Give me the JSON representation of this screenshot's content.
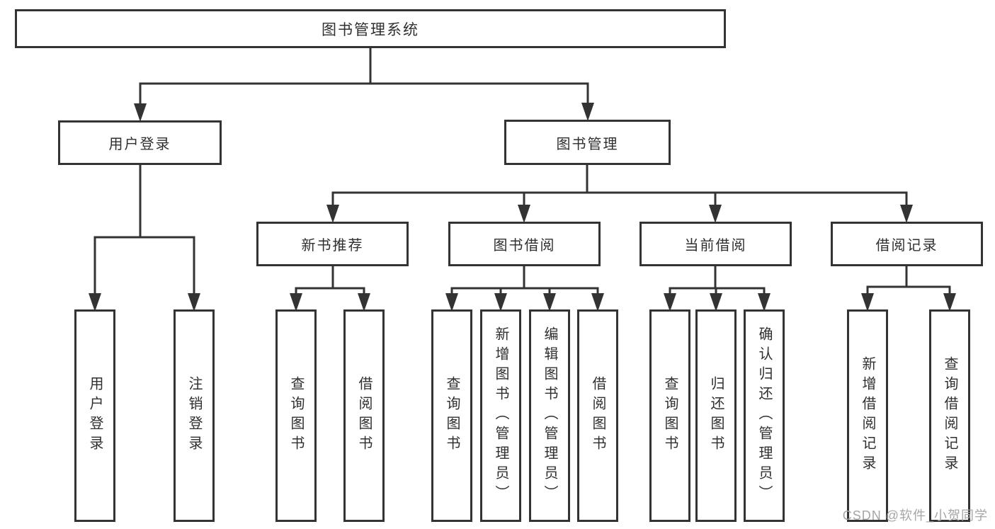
{
  "diagram": {
    "root": {
      "label": "图书管理系统"
    },
    "branches": [
      {
        "label": "用户登录",
        "children": [
          {
            "label": "用户登录"
          },
          {
            "label": "注销登录"
          }
        ]
      },
      {
        "label": "图书管理",
        "children": [
          {
            "label": "新书推荐",
            "children": [
              {
                "label": "查询图书"
              },
              {
                "label": "借阅图书"
              }
            ]
          },
          {
            "label": "图书借阅",
            "children": [
              {
                "label": "查询图书"
              },
              {
                "label": "新增图书（管理员）"
              },
              {
                "label": "编辑图书（管理员）"
              },
              {
                "label": "借阅图书"
              }
            ]
          },
          {
            "label": "当前借阅",
            "children": [
              {
                "label": "查询图书"
              },
              {
                "label": "归还图书"
              },
              {
                "label": "确认归还（管理员）"
              }
            ]
          },
          {
            "label": "借阅记录",
            "children": [
              {
                "label": "新增借阅记录"
              },
              {
                "label": "查询借阅记录"
              }
            ]
          }
        ]
      }
    ]
  },
  "watermark": {
    "text": "CSDN @软件_小贺同学"
  },
  "colors": {
    "line": "#333333",
    "box_border": "#333333",
    "box_fill": "#ffffff",
    "text": "#2f2f2f",
    "watermark": "#a6a6a6"
  }
}
